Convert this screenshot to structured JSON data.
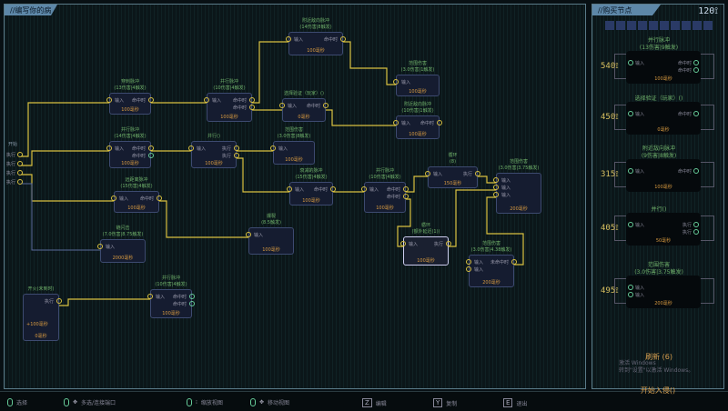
{
  "board": {
    "title": "//编写你的病毒"
  },
  "shop": {
    "title": "//购买节点",
    "currency": "120⟟",
    "items": [
      {
        "title": "并行脉冲",
        "sub": "(13伤害|9触发)",
        "price": "540⟟",
        "inputs": [
          "输入"
        ],
        "outputs": [
          "命中时",
          "命中时"
        ],
        "ms": "100毫秒"
      },
      {
        "title": "选择验证（玩家）()",
        "sub": "",
        "price": "450⟟",
        "inputs": [
          "输入"
        ],
        "outputs": [
          "命中时"
        ],
        "ms": "0毫秒"
      },
      {
        "title": "附近敌向脉冲",
        "sub": "(9伤害|8触发)",
        "price": "315⟟",
        "inputs": [
          "输入"
        ],
        "outputs": [
          "命中时"
        ],
        "ms": "100毫秒"
      },
      {
        "title": "并行()",
        "sub": "",
        "price": "405⟟",
        "inputs": [
          "输入"
        ],
        "outputs": [
          "执行",
          "执行"
        ],
        "ms": "50毫秒"
      },
      {
        "title": "范围伤害",
        "sub": "(3.0伤害|3.75触发)",
        "price": "495⟟",
        "inputs": [
          "输入",
          "输入"
        ],
        "outputs": [],
        "ms": "200毫秒"
      }
    ],
    "refresh": "刷新 (6)",
    "start": "开始入侵()"
  },
  "watermark": {
    "line1": "激活 Windows",
    "line2": "转到\"设置\"以激活 Windows。"
  },
  "footer": [
    {
      "key": "mouse",
      "label": "选择"
    },
    {
      "key": "mouse-move",
      "label": "多选/连接端口"
    },
    {
      "key": "mouse-scroll",
      "label": "缩放视图"
    },
    {
      "key": "mouse-move",
      "label": "移动视图"
    },
    {
      "key": "Z",
      "label": "编辑"
    },
    {
      "key": "Y",
      "label": "复制"
    },
    {
      "key": "E",
      "label": "退出"
    }
  ],
  "nodes": [
    {
      "title": "附近敌向脉冲",
      "sub": "(14伤害|8触发)",
      "inputs": [
        "输入"
      ],
      "outputs": [
        "命中时"
      ],
      "ms": "100毫秒"
    },
    {
      "title": "穿刺脉冲",
      "sub": "(13伤害|4触发)",
      "inputs": [
        "输入"
      ],
      "outputs": [
        "命中时"
      ],
      "ms": "100毫秒"
    },
    {
      "title": "并行脉冲",
      "sub": "(10伤害|4触发)",
      "inputs": [
        "输入"
      ],
      "outputs": [
        "命中时",
        "命中时"
      ],
      "ms": "100毫秒"
    },
    {
      "title": "选择验证（玩家）()",
      "sub": "",
      "inputs": [
        "输入"
      ],
      "outputs": [
        "命中时"
      ],
      "ms": "0毫秒"
    },
    {
      "title": "范围伤害",
      "sub": "(3.0伤害|1触发)",
      "inputs": [
        "输入"
      ],
      "outputs": [],
      "ms": "100毫秒"
    },
    {
      "title": "附近敌向脉冲",
      "sub": "(10伤害|1触发)",
      "inputs": [
        "输入"
      ],
      "outputs": [
        "命中时"
      ],
      "ms": "100毫秒"
    },
    {
      "title": "并行脉冲",
      "sub": "(14伤害|4触发)",
      "inputs": [
        "输入"
      ],
      "outputs": [
        "命中时",
        "命中时"
      ],
      "ms": "100毫秒"
    },
    {
      "title": "并行()",
      "sub": "",
      "inputs": [
        "输入"
      ],
      "outputs": [
        "执行",
        "执行"
      ],
      "ms": "100毫秒"
    },
    {
      "title": "范围伤害",
      "sub": "(3.0伤害|8触发)",
      "inputs": [
        "输入"
      ],
      "outputs": [],
      "ms": "100毫秒"
    },
    {
      "title": "远距离脉冲",
      "sub": "(15伤害|4触发)",
      "inputs": [
        "输入"
      ],
      "outputs": [
        "命中时"
      ],
      "ms": "100毫秒"
    },
    {
      "title": "链闪击",
      "sub": "(7.0伤害|8.75触发)",
      "inputs": [
        "输入"
      ],
      "outputs": [],
      "ms": "2000毫秒"
    },
    {
      "title": "衰减的脉冲",
      "sub": "(15伤害|4触发)",
      "inputs": [
        "输入"
      ],
      "outputs": [
        "命中时"
      ],
      "ms": "100毫秒"
    },
    {
      "title": "并行脉冲",
      "sub": "(10伤害|4触发)",
      "inputs": [
        "输入"
      ],
      "outputs": [
        "命中时",
        "命中时"
      ],
      "ms": "100毫秒"
    },
    {
      "title": "循环",
      "sub": "(8)",
      "inputs": [
        "输入"
      ],
      "outputs": [
        "执行"
      ],
      "ms": "150毫秒"
    },
    {
      "title": "范围伤害",
      "sub": "(3.0伤害|3.75触发)",
      "inputs": [
        "输入",
        "输入",
        "输入"
      ],
      "outputs": [],
      "ms": "200毫秒"
    },
    {
      "title": "爆裂",
      "sub": "(8.5触发)",
      "inputs": [
        "输入"
      ],
      "outputs": [],
      "ms": "100毫秒"
    },
    {
      "title": "循环",
      "sub": "(额外延迟(1))",
      "inputs": [
        "输入"
      ],
      "outputs": [
        "执行"
      ],
      "ms": "100毫秒"
    },
    {
      "title": "范围伤害",
      "sub": "(3.0伤害|4.38触发)",
      "inputs": [
        "输入",
        "输入"
      ],
      "outputs": [
        "未命中时"
      ],
      "ms": "200毫秒"
    },
    {
      "title": "开火(未到时)",
      "sub": "",
      "inputs": [],
      "outputs": [
        "执行"
      ],
      "ms": "0毫秒",
      "extra": "+100毫秒"
    },
    {
      "title": "并行脉冲",
      "sub": "(10伤害|4触发)",
      "inputs": [
        "输入"
      ],
      "outputs": [
        "命中时",
        "命中时"
      ],
      "ms": "100毫秒"
    }
  ],
  "start": {
    "label": "开始",
    "outputs": [
      "执行",
      "执行",
      "执行",
      "执行"
    ]
  }
}
